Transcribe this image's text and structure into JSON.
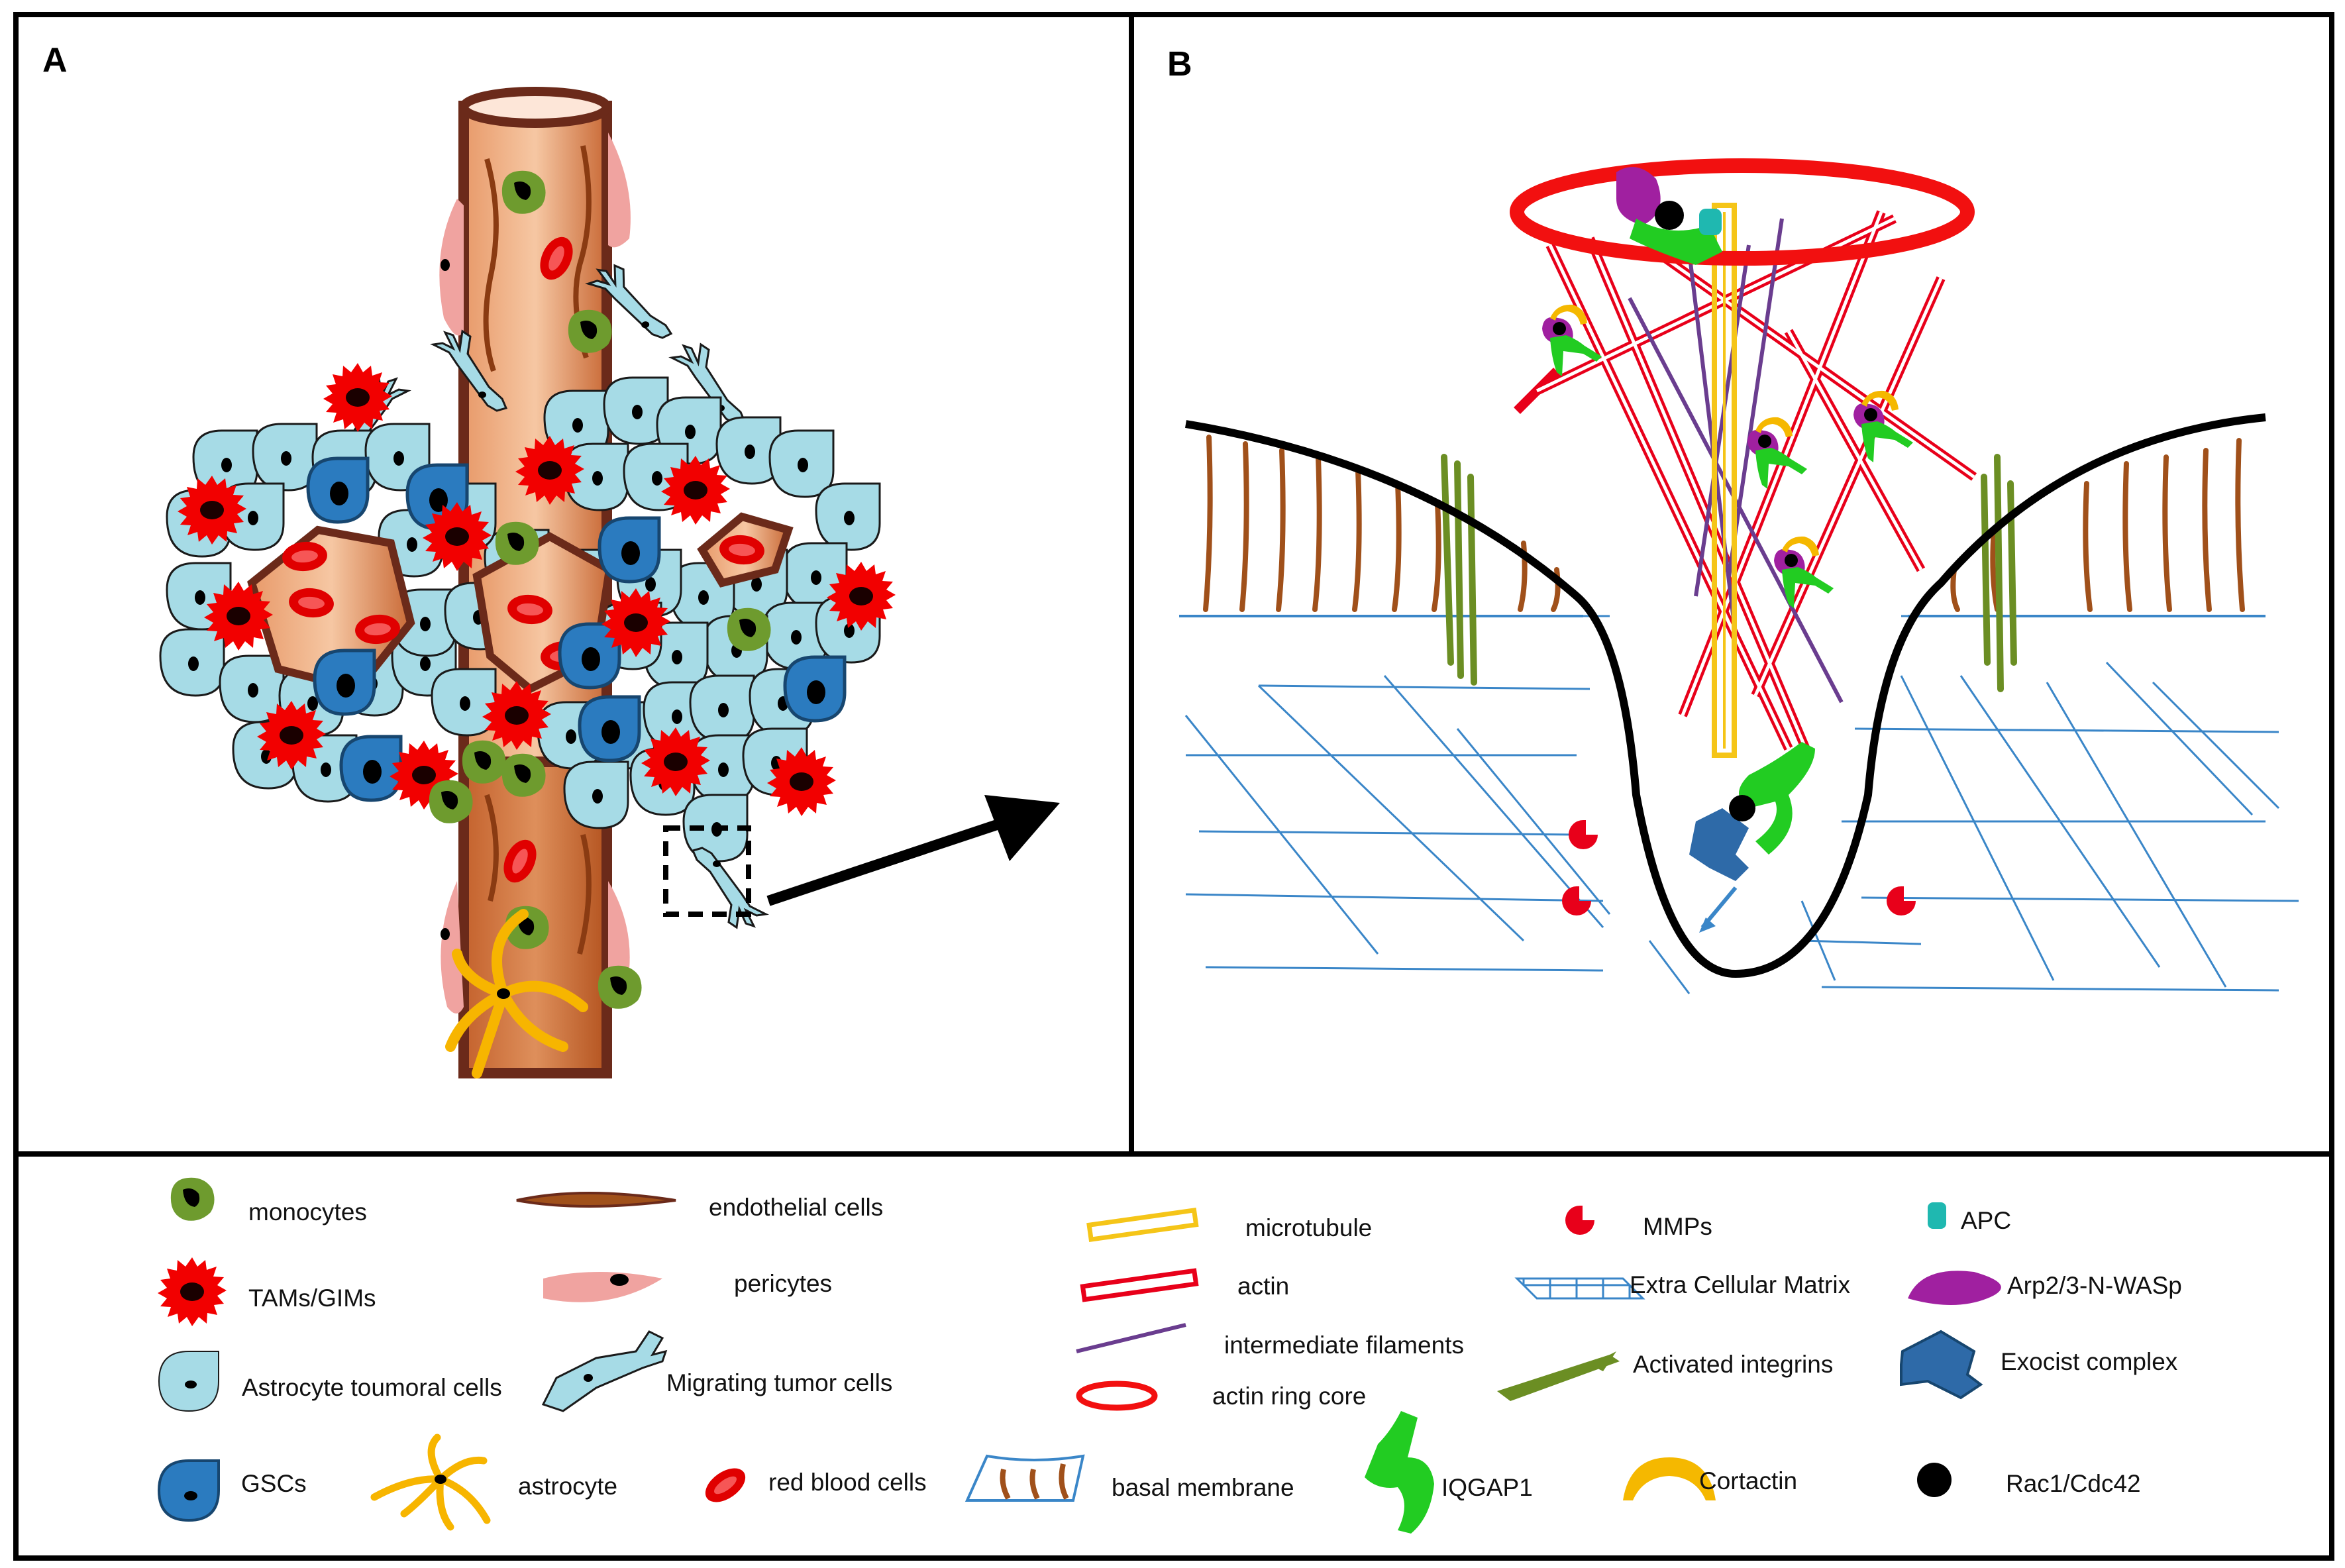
{
  "panels": {
    "a_label": "A",
    "b_label": "B"
  },
  "legend": {
    "monocytes": "monocytes",
    "endothelial": "endothelial cells",
    "tams": "TAMs/GIMs",
    "pericytes": "pericytes",
    "astrocyte_tumoral": "Astrocyte toumoral cells",
    "migrating": "Migrating tumor cells",
    "gscs": "GSCs",
    "astrocyte": "astrocyte",
    "rbc": "red blood cells",
    "basal": "basal membrane",
    "microtubule": "microtubule",
    "actin": "actin",
    "intermediate": "intermediate filaments",
    "actin_ring": "actin ring core",
    "iqgap1": "IQGAP1",
    "mmps": "MMPs",
    "ecm": "Extra Cellular Matrix",
    "integrins": "Activated integrins",
    "cortactin": "Cortactin",
    "apc": "APC",
    "arp23": "Arp2/3-N-WASp",
    "exocist": "Exocist complex",
    "rac1": "Rac1/Cdc42"
  },
  "colors": {
    "tumor_cell": "#a6dbe6",
    "gsc": "#2b7bbf",
    "tam": "#f20000",
    "monocyte": "#6e9b2e",
    "vessel": "#d8875a",
    "vessel_border": "#6b2a1a",
    "pericyte": "#f0a3a0",
    "astrocyte": "#f7b500",
    "ecm": "#3a86c8",
    "microtubule": "#f5c518",
    "intermediate": "#6a3d8f",
    "iqgap1": "#22cc22",
    "arp23": "#a020a0",
    "cortactin": "#f5b800",
    "apc": "#1fb8b0",
    "exocist": "#2e6aa8",
    "integrin": "#6b8e23",
    "basal": "#a0501a"
  }
}
